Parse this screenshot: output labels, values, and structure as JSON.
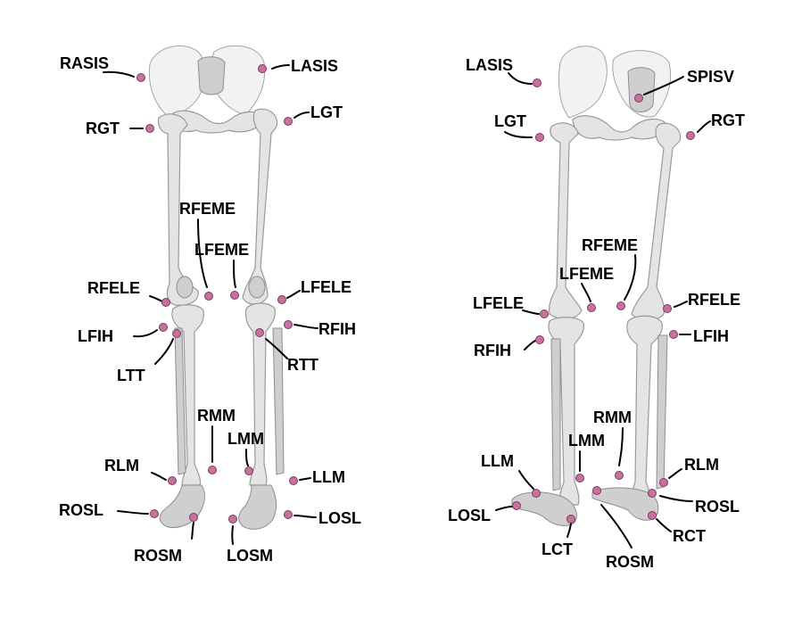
{
  "colors": {
    "marker": "#c8709e",
    "bone": "#e4e4e4",
    "leader": "#000000"
  },
  "views": [
    {
      "id": "front",
      "labels": [
        {
          "key": "rasis",
          "text": "RASIS"
        },
        {
          "key": "lasis",
          "text": "LASIS"
        },
        {
          "key": "rgt",
          "text": "RGT"
        },
        {
          "key": "lgt",
          "text": "LGT"
        },
        {
          "key": "rfeme",
          "text": "RFEME"
        },
        {
          "key": "lfeme",
          "text": "LFEME"
        },
        {
          "key": "rfele",
          "text": "RFELE"
        },
        {
          "key": "lfele",
          "text": "LFELE"
        },
        {
          "key": "lfih",
          "text": "LFIH"
        },
        {
          "key": "rfih",
          "text": "RFIH"
        },
        {
          "key": "ltt",
          "text": "LTT"
        },
        {
          "key": "rtt",
          "text": "RTT"
        },
        {
          "key": "rmm",
          "text": "RMM"
        },
        {
          "key": "lmm",
          "text": "LMM"
        },
        {
          "key": "rlm",
          "text": "RLM"
        },
        {
          "key": "llm",
          "text": "LLM"
        },
        {
          "key": "rosl",
          "text": "ROSL"
        },
        {
          "key": "losl",
          "text": "LOSL"
        },
        {
          "key": "rosm",
          "text": "ROSM"
        },
        {
          "key": "losm",
          "text": "LOSM"
        }
      ]
    },
    {
      "id": "back",
      "labels": [
        {
          "key": "lasis",
          "text": "LASIS"
        },
        {
          "key": "spisv",
          "text": "SPISV"
        },
        {
          "key": "lgt",
          "text": "LGT"
        },
        {
          "key": "rgt",
          "text": "RGT"
        },
        {
          "key": "rfeme",
          "text": "RFEME"
        },
        {
          "key": "lfeme",
          "text": "LFEME"
        },
        {
          "key": "lfele",
          "text": "LFELE"
        },
        {
          "key": "rfele",
          "text": "RFELE"
        },
        {
          "key": "rfih",
          "text": "RFIH"
        },
        {
          "key": "lfih",
          "text": "LFIH"
        },
        {
          "key": "rmm",
          "text": "RMM"
        },
        {
          "key": "lmm",
          "text": "LMM"
        },
        {
          "key": "llm",
          "text": "LLM"
        },
        {
          "key": "rlm",
          "text": "RLM"
        },
        {
          "key": "losl",
          "text": "LOSL"
        },
        {
          "key": "rosl",
          "text": "ROSL"
        },
        {
          "key": "lct",
          "text": "LCT"
        },
        {
          "key": "rct",
          "text": "RCT"
        },
        {
          "key": "rosm",
          "text": "ROSM"
        }
      ]
    }
  ]
}
